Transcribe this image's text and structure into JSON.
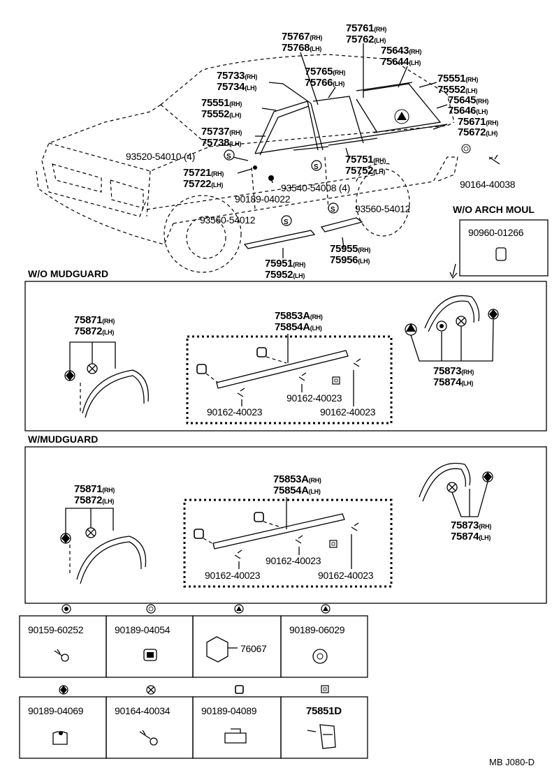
{
  "car_parts": {
    "p1": "75767",
    "p1s": "(RH)",
    "p2": "75768",
    "p2s": "(LH)",
    "p3": "75761",
    "p3s": "(RH)",
    "p4": "75762",
    "p4s": "(LH)",
    "p5": "75643",
    "p5s": "(RH)",
    "p6": "75644",
    "p6s": "(LH)",
    "p7": "75733",
    "p7s": "(RH)",
    "p8": "75734",
    "p8s": "(LH)",
    "p9": "75765",
    "p9s": "(RH)",
    "p10": "75766",
    "p10s": "(LH)",
    "p11": "75551",
    "p11s": "(RH)",
    "p12": "75552",
    "p12s": "(LH)",
    "p13": "75551",
    "p13s": "(RH)",
    "p14": "75552",
    "p14s": "(LH)",
    "p15": "75645",
    "p15s": "(RH)",
    "p16": "75646",
    "p16s": "(LH)",
    "p17": "75737",
    "p17s": "(RH)",
    "p18": "75738",
    "p18s": "(LH)",
    "p19": "75671",
    "p19s": "(RH)",
    "p20": "75672",
    "p20s": "(LH)",
    "p21": "93520-54010 (4)",
    "p22": "75751",
    "p22s": "(RH)",
    "p23": "75752",
    "p23s": "(LH)",
    "p24": "75721",
    "p24s": "(RH)",
    "p25": "75722",
    "p25s": "(LH)",
    "p26": "93540-54008 (4)",
    "p27": "90164-40038",
    "p28": "90189-04022",
    "p29": "93560-54012",
    "p30": "93560-54012",
    "p31": "W/O ARCH MOUL",
    "p32": "90960-01266",
    "p33": "75951",
    "p33s": "(RH)",
    "p34": "75952",
    "p34s": "(LH)",
    "p35": "75955",
    "p35s": "(RH)",
    "p36": "75956",
    "p36s": "(LH)"
  },
  "section_wo": {
    "title": "W/O MUDGUARD",
    "fender_a": "75871",
    "fender_as": "(RH)",
    "fender_b": "75872",
    "fender_bs": "(LH)",
    "moul_a": "75853A",
    "moul_as": "(RH)",
    "moul_b": "75854A",
    "moul_bs": "(LH)",
    "screw_1": "90162-40023",
    "screw_2": "90162-40023",
    "screw_3": "90162-40023",
    "arch_a": "75873",
    "arch_as": "(RH)",
    "arch_b": "75874",
    "arch_bs": "(LH)"
  },
  "section_w": {
    "title": "W/MUDGUARD",
    "fender_a": "75871",
    "fender_as": "(RH)",
    "fender_b": "75872",
    "fender_bs": "(LH)",
    "moul_a": "75853A",
    "moul_as": "(RH)",
    "moul_b": "75854A",
    "moul_bs": "(LH)",
    "screw_1": "90162-40023",
    "screw_2": "90162-40023",
    "screw_3": "90162-40023",
    "arch_a": "75873",
    "arch_as": "(RH)",
    "arch_b": "75874",
    "arch_bs": "(LH)"
  },
  "legend": {
    "row1": [
      "90159-60252",
      "90189-04054",
      "76067",
      "90189-06029"
    ],
    "row2": [
      "90189-04069",
      "90164-40034",
      "90189-04089",
      "75851D"
    ]
  },
  "footer_code": "MB J080-D"
}
